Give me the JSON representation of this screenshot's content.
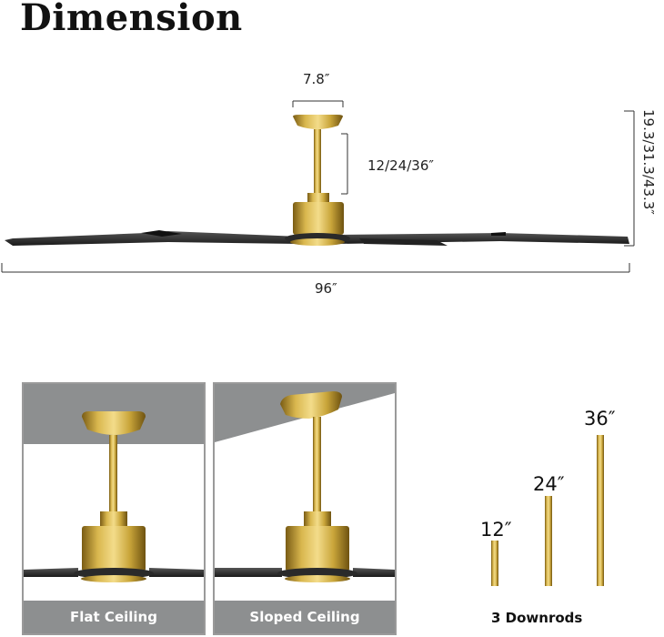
{
  "title": "Dimension",
  "dimensions": {
    "canopy_width": "7.8″",
    "downrod_length": "12/24/36″",
    "total_height": "19.3/31.3/43.3″",
    "span": "96″"
  },
  "panels": {
    "flat": "Flat Ceiling",
    "sloped": "Sloped Ceiling"
  },
  "downrods": {
    "caption": "3 Downrods",
    "items": [
      {
        "label": "12″",
        "length_in": 12
      },
      {
        "label": "24″",
        "length_in": 24
      },
      {
        "label": "36″",
        "length_in": 36
      }
    ]
  },
  "colors": {
    "brass": "#c9a53a",
    "blade": "#2b2b2b",
    "ceiling_gray": "#8d8f90"
  }
}
